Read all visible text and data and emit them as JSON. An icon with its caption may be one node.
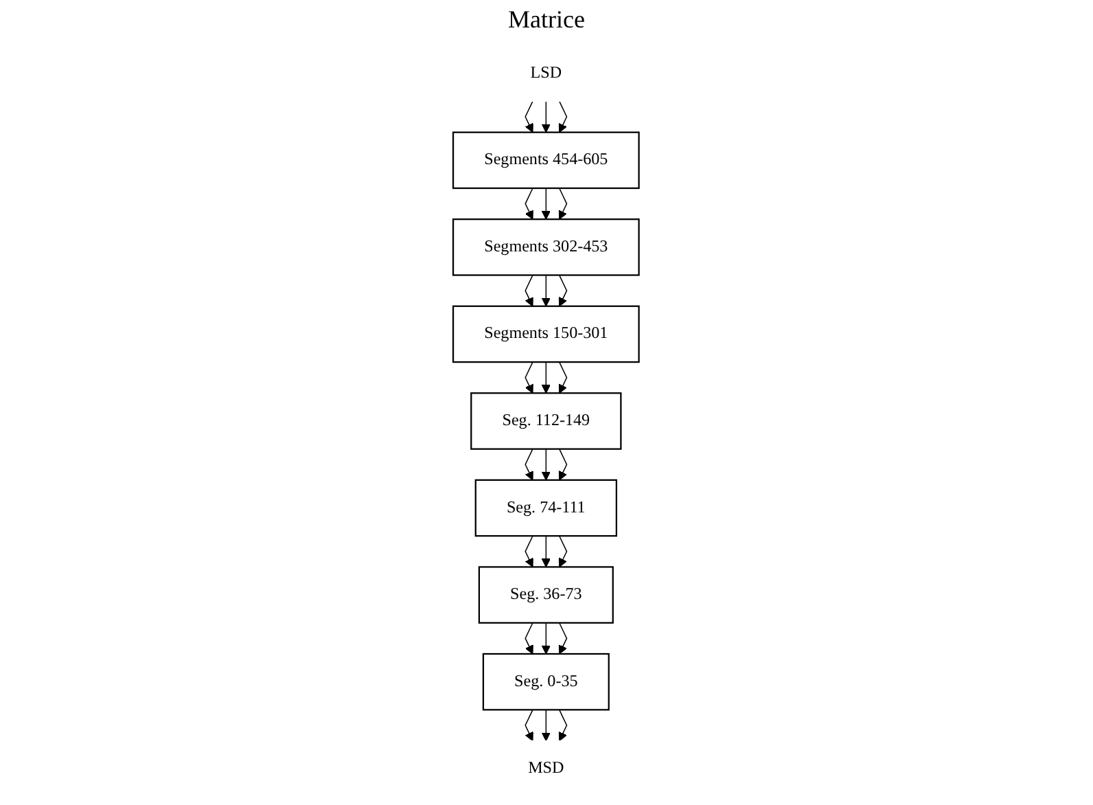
{
  "diagram": {
    "title": "Matrice",
    "nodes": [
      {
        "text": [
          "LSD"
        ]
      },
      {
        "text": [
          "Segments 454-605"
        ]
      },
      {
        "text": [
          "Segments 302-453"
        ]
      },
      {
        "text": [
          "Segments 150-301"
        ]
      },
      {
        "text": [
          "Seg. 112-149"
        ]
      },
      {
        "text": [
          "Seg. 74-111"
        ]
      },
      {
        "text": [
          "Seg. 36-73"
        ]
      },
      {
        "text": [
          "Seg. 0-35"
        ]
      },
      {
        "text": [
          "MSD"
        ]
      }
    ],
    "edges": [
      {
        "from": 0,
        "to": 1,
        "arrow": "to"
      },
      {
        "from": 0,
        "to": 1,
        "arrow": "to"
      },
      {
        "from": 0,
        "to": 1,
        "arrow": "to"
      },
      {
        "from": 1,
        "to": 2,
        "arrow": "to"
      },
      {
        "from": 1,
        "to": 2,
        "arrow": "to"
      },
      {
        "from": 1,
        "to": 2,
        "arrow": "to"
      },
      {
        "from": 2,
        "to": 3,
        "arrow": "to"
      },
      {
        "from": 2,
        "to": 3,
        "arrow": "to"
      },
      {
        "from": 2,
        "to": 3,
        "arrow": "to"
      },
      {
        "from": 3,
        "to": 4,
        "arrow": "to"
      },
      {
        "from": 3,
        "to": 4,
        "arrow": "to"
      },
      {
        "from": 3,
        "to": 4,
        "arrow": "to"
      },
      {
        "from": 4,
        "to": 5,
        "arrow": "to"
      },
      {
        "from": 4,
        "to": 5,
        "arrow": "to"
      },
      {
        "from": 4,
        "to": 5,
        "arrow": "to"
      },
      {
        "from": 5,
        "to": 6,
        "arrow": "to"
      },
      {
        "from": 5,
        "to": 6,
        "arrow": "to"
      },
      {
        "from": 5,
        "to": 6,
        "arrow": "to"
      },
      {
        "from": 6,
        "to": 7,
        "arrow": "to"
      },
      {
        "from": 6,
        "to": 7,
        "arrow": "to"
      },
      {
        "from": 6,
        "to": 7,
        "arrow": "to"
      },
      {
        "from": 7,
        "to": 8,
        "arrow": "to"
      },
      {
        "from": 7,
        "to": 8,
        "arrow": "to"
      },
      {
        "from": 7,
        "to": 8,
        "arrow": "to"
      }
    ]
  }
}
